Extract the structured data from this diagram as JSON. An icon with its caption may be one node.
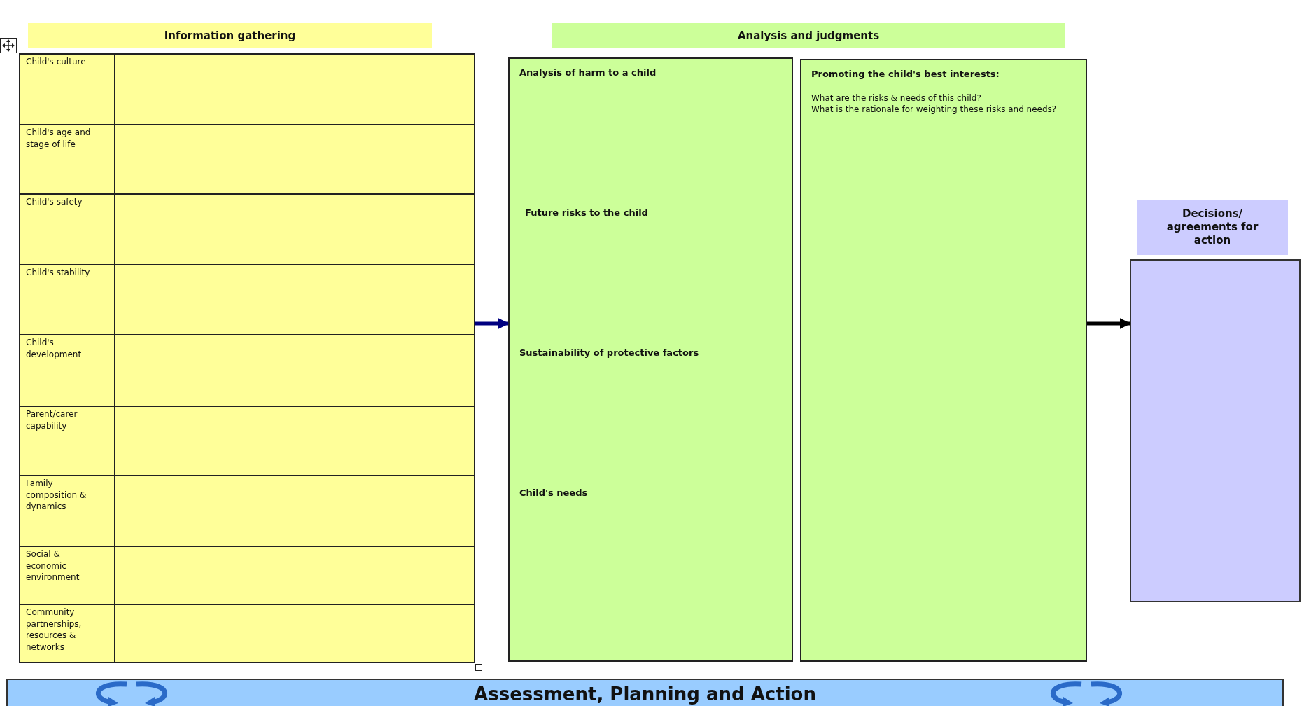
{
  "diagram": {
    "nodes": [
      {
        "text": [
          "Information gathering"
        ]
      },
      {
        "text": [],
        "shape": "box"
      },
      {
        "text": [
          "Child's culture"
        ],
        "in": 1
      },
      {
        "text": [
          "Child's age and stage of life"
        ],
        "in": 1
      },
      {
        "text": [
          "Child's safety"
        ],
        "in": 1
      },
      {
        "text": [
          "Child's stability"
        ],
        "in": 1
      },
      {
        "text": [
          "Child's development"
        ],
        "in": 1
      },
      {
        "text": [
          "Parent/carer capability"
        ],
        "in": 1
      },
      {
        "text": [
          "Family composition & dynamics"
        ],
        "in": 1
      },
      {
        "text": [
          "Social & economic environment"
        ],
        "in": 1
      },
      {
        "text": [
          "Community partnerships, resources & networks"
        ],
        "in": 1
      },
      {
        "text": [
          "Analysis and judgments"
        ]
      },
      {
        "text": [
          "Analysis of harm to a child",
          "Future risks to the child",
          "Sustainability of protective factors",
          "Child's needs"
        ]
      },
      {
        "text": [
          "Promoting the child's best interests:",
          "What are the risks & needs of this child?",
          "What is the rationale for weighting these risks and needs?"
        ]
      },
      {
        "text": [
          "Decisions/ agreements for action"
        ]
      },
      {
        "text": [],
        "shape": "box"
      },
      {
        "text": [
          "Assessment, Planning and Action"
        ]
      }
    ],
    "edges": [
      {
        "from": 1,
        "to": 12,
        "arrow": "to",
        "color": "#000080"
      },
      {
        "from": 13,
        "to": 15,
        "arrow": "to",
        "color": "#000000"
      }
    ]
  }
}
